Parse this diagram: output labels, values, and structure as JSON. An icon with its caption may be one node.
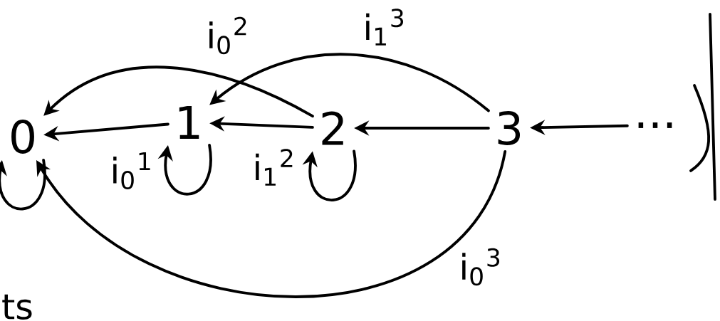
{
  "diagram": {
    "nodes": [
      {
        "text": [
          "0"
        ]
      },
      {
        "text": [
          "1"
        ]
      },
      {
        "text": [
          "2"
        ]
      },
      {
        "text": [
          "3"
        ]
      },
      {
        "text": [
          "..."
        ]
      }
    ],
    "edges": [
      {
        "from": 1,
        "to": 0,
        "arrow": "to",
        "label": "i$_{0}$$^{1}$"
      },
      {
        "from": 2,
        "to": 1,
        "arrow": "to",
        "label": "i$_{1}$$^{2}$"
      },
      {
        "from": 3,
        "to": 2,
        "arrow": "to"
      },
      {
        "from": 4,
        "to": 3,
        "arrow": "to"
      },
      {
        "from": 2,
        "to": 0,
        "arrow": "to",
        "label": "i$_{0}$$^{2}$"
      },
      {
        "from": 3,
        "to": 1,
        "arrow": "to",
        "label": "i$_{1}$$^{3}$"
      },
      {
        "from": 3,
        "to": 0,
        "arrow": "to",
        "label": "i$_{0}$$^{3}$"
      },
      {
        "from": 0,
        "to": 0,
        "arrow": "to"
      },
      {
        "from": 1,
        "to": 1,
        "arrow": "to"
      },
      {
        "from": 2,
        "to": 2,
        "arrow": "to"
      }
    ],
    "labels": [
      "ts"
    ]
  }
}
